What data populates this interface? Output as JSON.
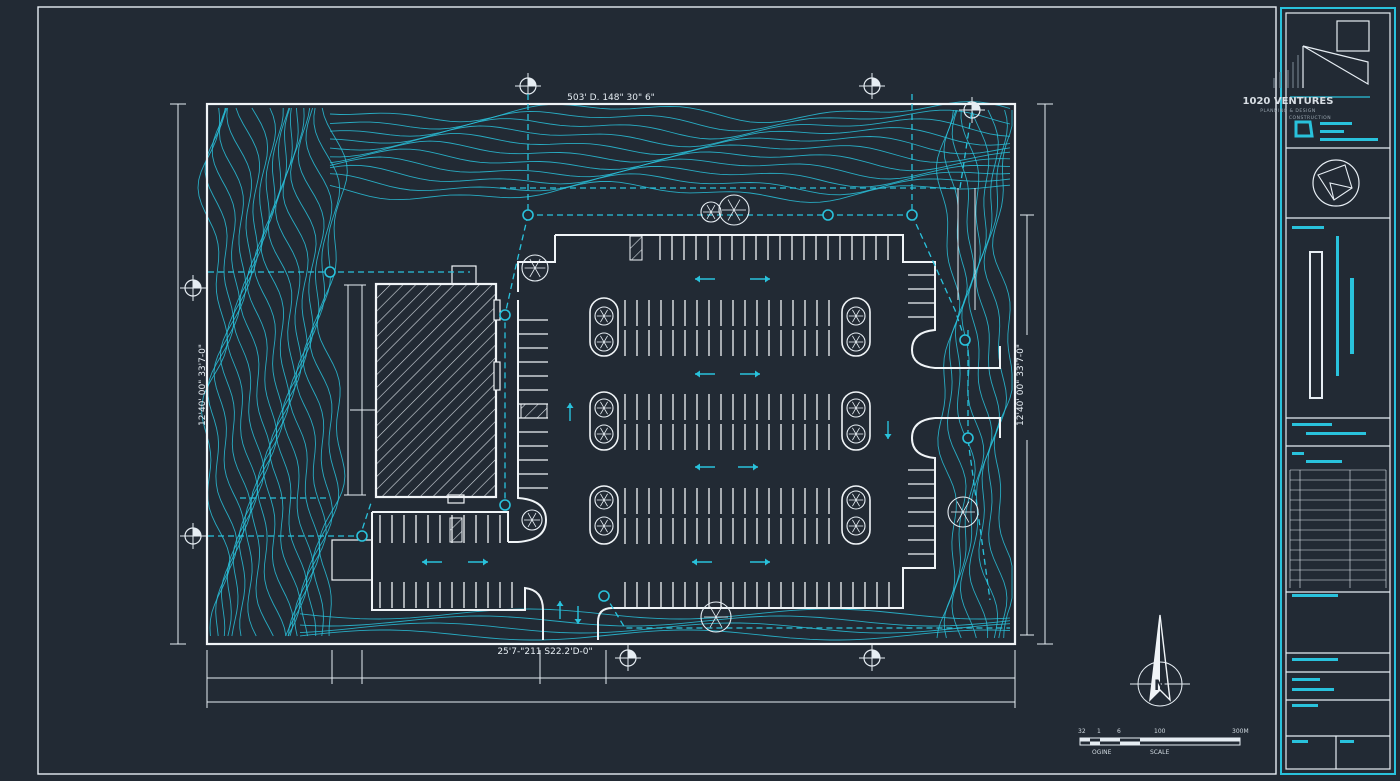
{
  "dimensions": {
    "top": "503' D. 148\" 30\" 6\"",
    "bottom": "25'7-\"211  S22.2'D-0\"",
    "left": "12'40' 00\" 33'7-0\"",
    "right": "12'40' 00\" 33'7-0\""
  },
  "title_block": {
    "company": "1020 VENTURES",
    "subtitle_1": "PLANNING & DESIGN",
    "subtitle_2": "CONSTRUCTION"
  },
  "scale_bar": {
    "ticks": [
      "32",
      "1",
      "6",
      "100",
      "300M"
    ],
    "caption_left": "OGINE",
    "caption_right": "SCALE"
  },
  "north_arrow": {
    "icon": "north-arrow-icon",
    "letter": "N"
  },
  "colors": {
    "background": "#222a34",
    "linework": "#e6edf3",
    "accent": "#29c2dc"
  }
}
